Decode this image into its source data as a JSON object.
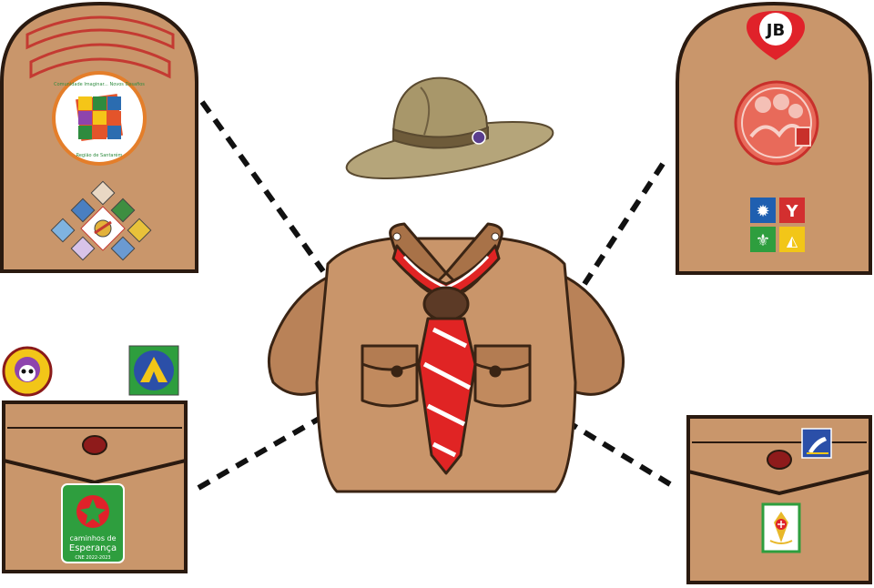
{
  "badges": {
    "jb": "JB",
    "top_left_emblem_top": "Comunidade Imaginar... Novos Desafios",
    "top_left_emblem_bottom": "Região de Santarém",
    "esperanca_line1": "caminhos de",
    "esperanca_line2": "Esperança",
    "esperanca_line3": "CNE 2022-2023"
  },
  "colors": {
    "uniform_brown": "#C9966B",
    "outline": "#2a1a10",
    "scarf_red": "#E02424",
    "dashed_line": "#111111"
  }
}
